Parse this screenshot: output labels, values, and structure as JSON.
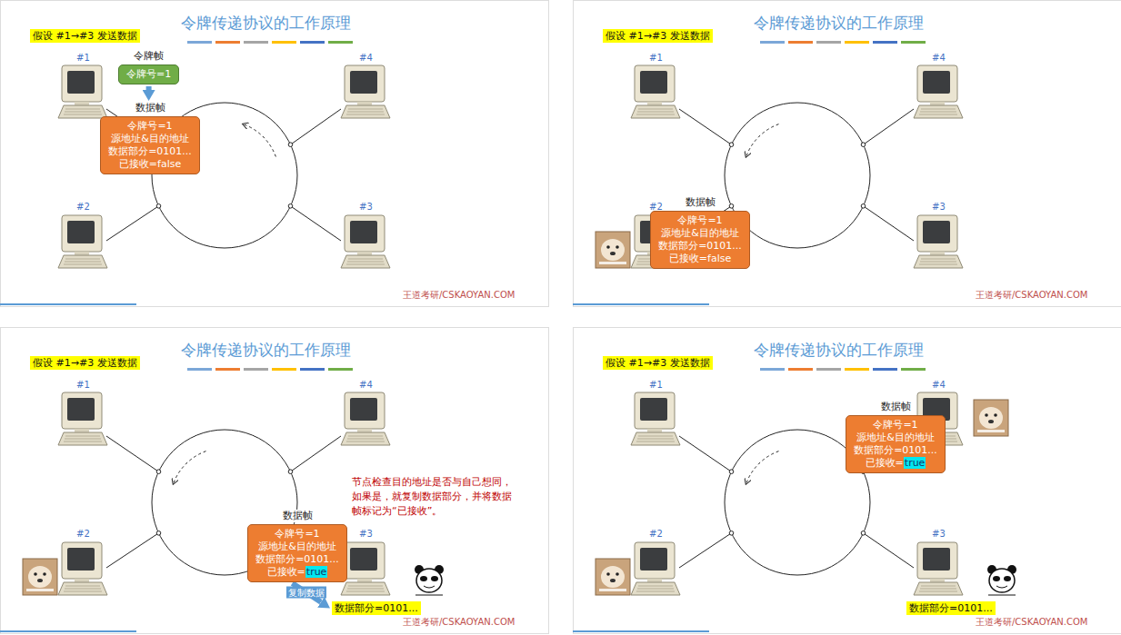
{
  "diagram": {
    "title": "令牌传递协议的工作原理",
    "nodes": [
      {
        "text": [
          "假设 #1→#3 发送数据"
        ]
      },
      {
        "text": [
          "令牌帧",
          "令牌号=1"
        ]
      },
      {
        "text": [
          "数据帧",
          "令牌号=1",
          "源地址&目的地址",
          "数据部分=0101...",
          "已接收=false"
        ]
      },
      {
        "text": [
          "假设 #1→#3 发送数据"
        ]
      },
      {
        "text": [
          "数据帧",
          "令牌号=1",
          "源地址&目的地址",
          "数据部分=0101...",
          "已接收=false"
        ]
      },
      {
        "text": [
          "假设 #1→#3 发送数据"
        ]
      },
      {
        "text": [
          "数据帧",
          "令牌号=1",
          "源地址&目的地址",
          "数据部分=0101...",
          "已接收=",
          "true"
        ]
      },
      {
        "text": [
          "数据部分=0101..."
        ]
      },
      {
        "text": [
          "假设 #1→#3 发送数据"
        ]
      },
      {
        "text": [
          "数据帧",
          "令牌号=1",
          "源地址&目的地址",
          "数据部分=0101...",
          "已接收=",
          "true"
        ]
      },
      {
        "text": [
          "数据部分=0101..."
        ]
      }
    ],
    "edges": [
      {
        "from": 1,
        "to": 2,
        "arrow": "to"
      },
      {
        "from": 6,
        "to": 7,
        "arrow": "to",
        "label": "复制数据"
      }
    ],
    "labels": [
      "#1",
      "#4",
      "#2",
      "#3",
      "王道考研/CSKAOYAN.COM",
      "令牌传递协议的工作原理",
      "#1",
      "#4",
      "#2",
      "#3",
      "王道考研/CSKAOYAN.COM",
      "令牌传递协议的工作原理",
      "#1",
      "#4",
      "#2",
      "#3",
      "节点检查目的地址是否与自己想同，如果是，就复制数据部分，并将数据帧标记为“已接收”。",
      "王道考研/CSKAOYAN.COM",
      "令牌传递协议的工作原理",
      "#1",
      "#4",
      "#2",
      "#3",
      "王道考研/CSKAOYAN.COM"
    ]
  }
}
